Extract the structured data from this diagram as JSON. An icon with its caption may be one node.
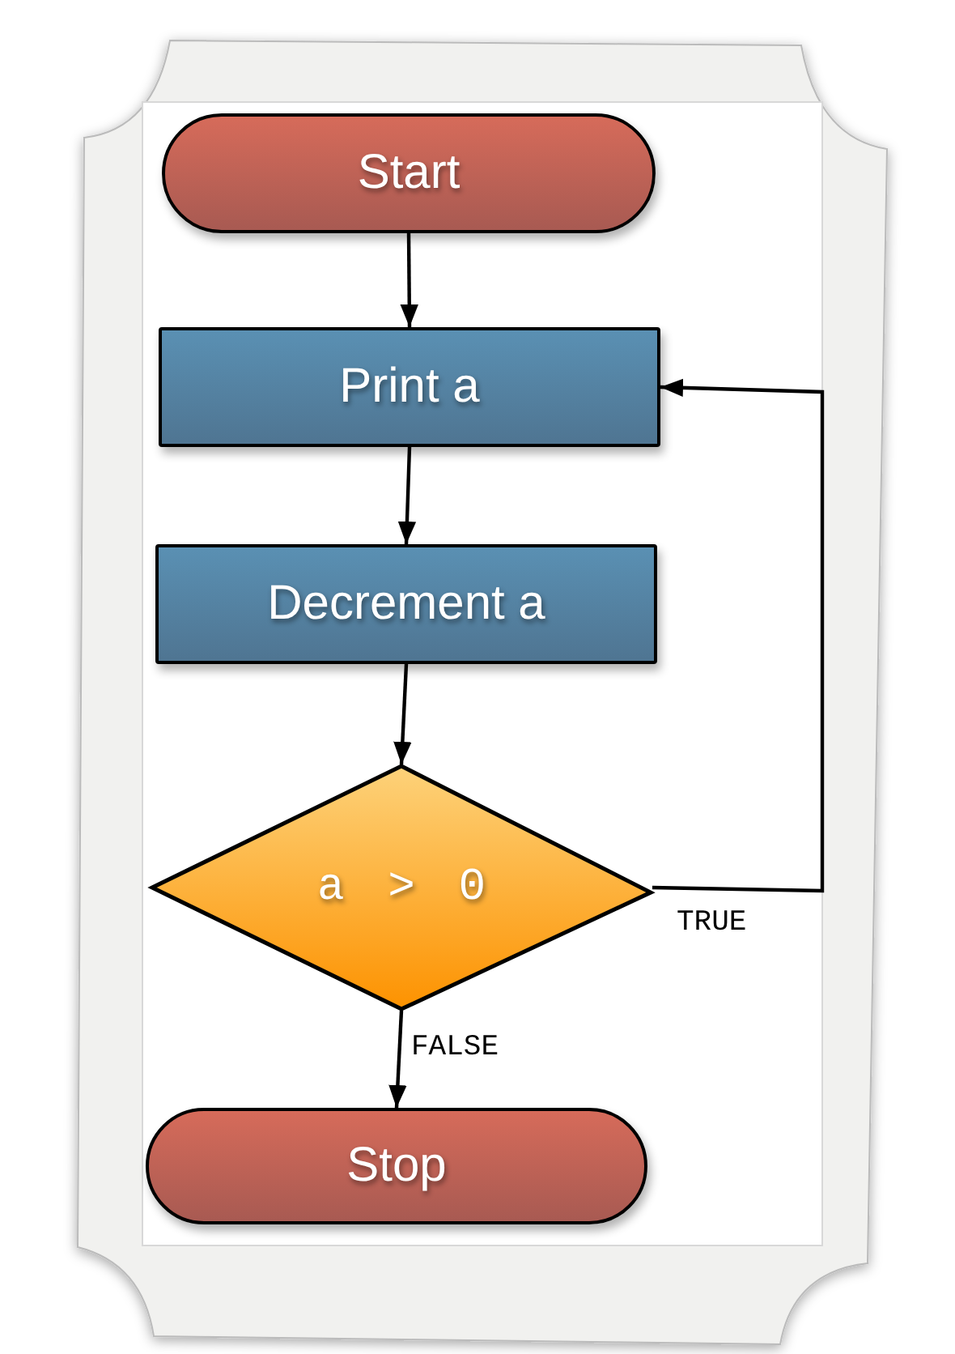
{
  "diagram": {
    "nodes": [
      {
        "text": [
          "Start"
        ]
      },
      {
        "text": [
          "Print a"
        ]
      },
      {
        "text": [
          "Decrement a"
        ]
      },
      {
        "text": [
          "a > 0"
        ]
      },
      {
        "text": [
          "Stop"
        ]
      }
    ],
    "edges": [
      {
        "from": 0,
        "to": 1,
        "arrow": "to"
      },
      {
        "from": 1,
        "to": 2,
        "arrow": "to"
      },
      {
        "from": 2,
        "to": 3,
        "arrow": "to"
      },
      {
        "from": 3,
        "to": 1,
        "arrow": "to",
        "label": "TRUE"
      },
      {
        "from": 3,
        "to": 4,
        "arrow": "to",
        "label": "FALSE"
      }
    ]
  }
}
